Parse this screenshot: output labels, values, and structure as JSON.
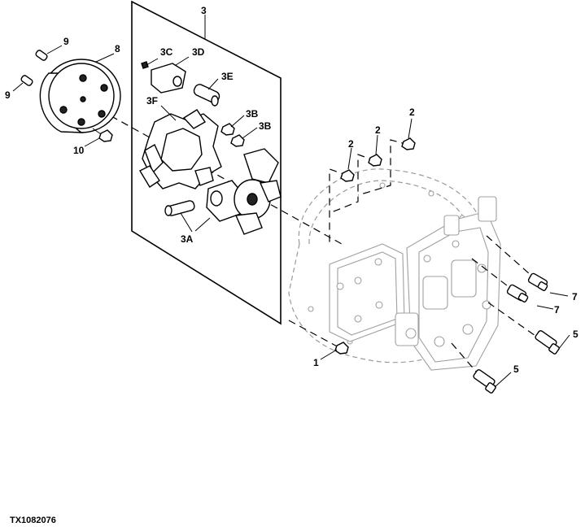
{
  "figure": {
    "reference_code": "TX1082076"
  },
  "callouts": {
    "c3": "3",
    "c3C": "3C",
    "c3D": "3D",
    "c3E": "3E",
    "c3F": "3F",
    "c3B_upper": "3B",
    "c3B_lower": "3B",
    "c3A": "3A",
    "c8": "8",
    "c9_upper": "9",
    "c9_lower": "9",
    "c10": "10",
    "c2_a": "2",
    "c2_b": "2",
    "c2_c": "2",
    "c1": "1",
    "c7_upper": "7",
    "c7_lower": "7",
    "c5_upper": "5",
    "c5_lower": "5"
  }
}
